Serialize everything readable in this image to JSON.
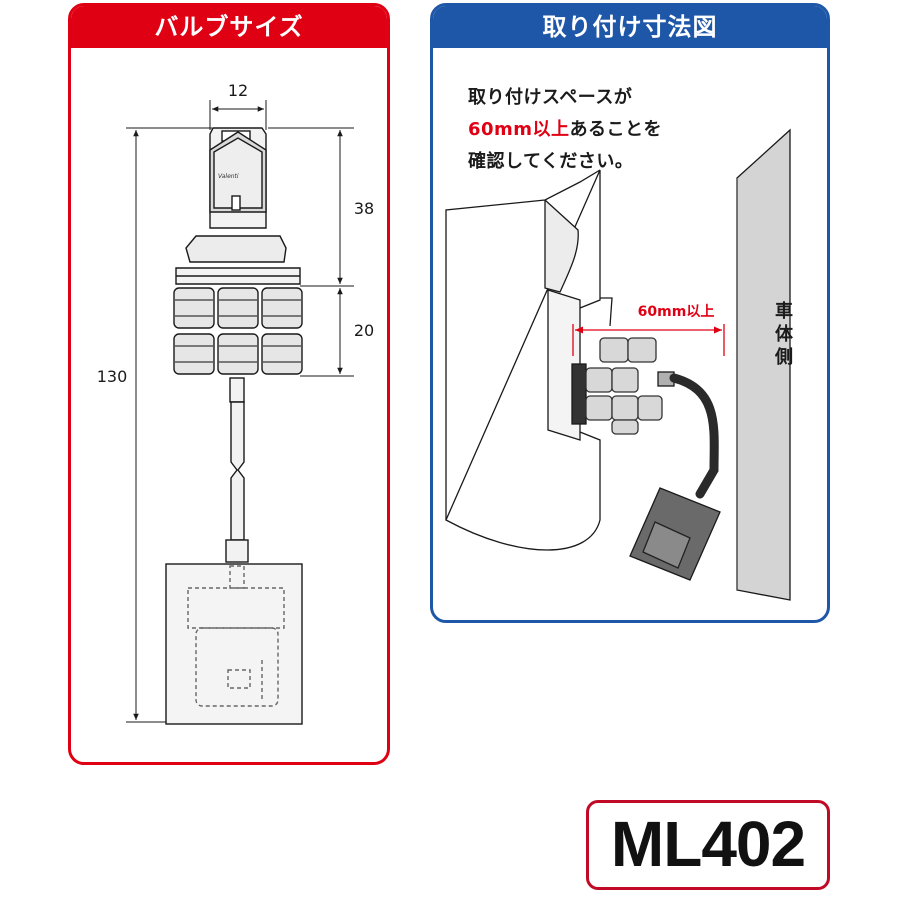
{
  "left_panel": {
    "title": "バルブサイズ",
    "color": "#e00014",
    "dimensions": {
      "width": "12",
      "upper_height": "38",
      "socket_height": "20",
      "total_length": "130"
    },
    "bulb_brand_mark": "Valenti"
  },
  "right_panel": {
    "title": "取り付け寸法図",
    "color": "#1f57a8",
    "note_line1": "取り付けスペースが",
    "note_highlight": "60mm以上",
    "note_line2_rest": "あることを",
    "note_line3": "確認してください。",
    "space_label": "60mm以上",
    "side_label": [
      "車",
      "体",
      "側"
    ]
  },
  "model_badge": {
    "text": "ML402",
    "border_color": "#c10a25"
  }
}
